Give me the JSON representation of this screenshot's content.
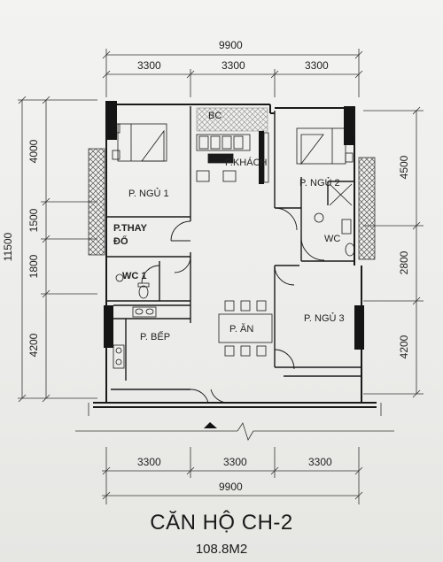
{
  "dimensions": {
    "top_total": "9900",
    "top_segments": [
      "3300",
      "3300",
      "3300"
    ],
    "bottom_total": "9900",
    "bottom_segments": [
      "3300",
      "3300",
      "3300"
    ],
    "left_total": "11500",
    "left_segments": [
      "4000",
      "1500",
      "1800",
      "4200"
    ],
    "right_segments": [
      "4500",
      "2800",
      "4200"
    ]
  },
  "rooms": {
    "bc": "BC",
    "living": "P.KHÁCH",
    "bed1": "P. NGỦ 1",
    "bed2": "P. NGỦ 2",
    "bed3": "P. NGỦ 3",
    "dressing_line1": "P.THAY",
    "dressing_line2": "ĐỔ",
    "wc1": "WC 1",
    "wc": "WC",
    "kitchen": "P. BẾP",
    "dining": "P. ĂN"
  },
  "title": "CĂN HỘ CH-2",
  "area": "108.8M2"
}
